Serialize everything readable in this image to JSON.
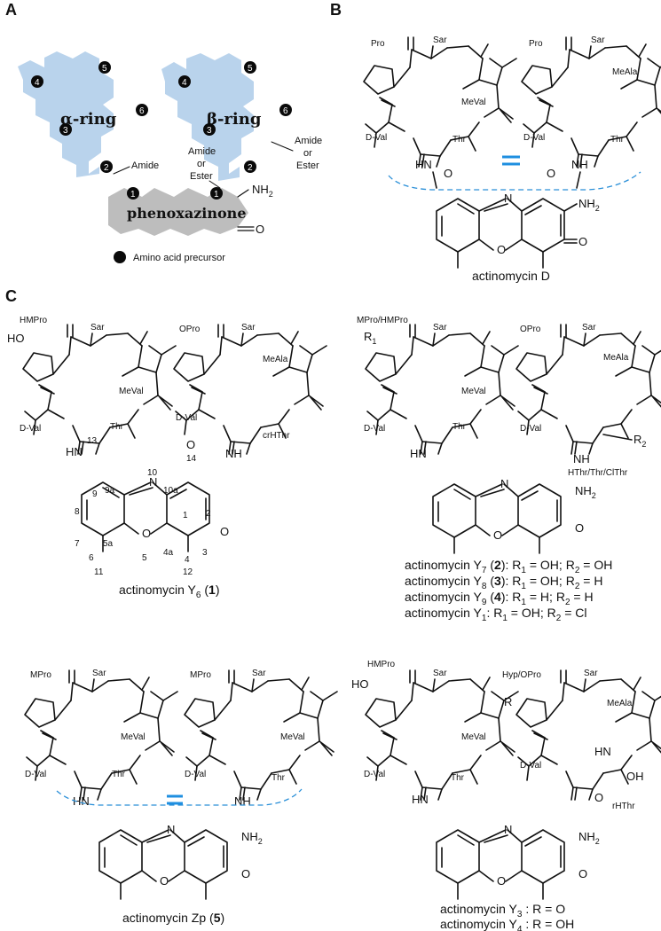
{
  "panels": {
    "a": "A",
    "b": "B",
    "c": "C"
  },
  "panelA": {
    "alpha_ring": "α-ring",
    "beta_ring": "β-ring",
    "core": "phenoxazinone",
    "nh2": "NH",
    "nh2_sub": "2",
    "carbonyl_o": "O",
    "amide_left": "Amide",
    "amide_or_ester_mid": [
      "Amide",
      "or",
      "Ester"
    ],
    "amide_or_ester_right": [
      "Amide",
      "or",
      "Ester"
    ],
    "legend": "Amino acid precursor",
    "positions": {
      "p1": "1",
      "p2": "2",
      "p3": "3",
      "p4": "4",
      "p5": "5",
      "p6": "6"
    },
    "colors": {
      "ring": "#b9d3ec",
      "core": "#bdbdbd",
      "dot": "#0a0a0a"
    }
  },
  "residues": {
    "pro": "Pro",
    "sar": "Sar",
    "meval": "MeVal",
    "mevala": "MeAla",
    "thr": "Thr",
    "dval": "D-Val",
    "hmpro": "HMPro",
    "opro": "OPro",
    "crhthr": "crHThr",
    "mpro": "MPro",
    "mpro_hmpro": "MPro/HMPro",
    "hthr_set": "HThr/Thr/ClThr",
    "hyp_opro": "Hyp/OPro",
    "rhthr": "rHThr"
  },
  "atoms": {
    "n": "N",
    "o": "O",
    "hn": "HN",
    "nh": "NH",
    "nh2": "NH",
    "two": "2",
    "r": "R",
    "r1": "R",
    "r2": "R",
    "one": "1",
    "oh": "OH",
    "ho": "HO"
  },
  "numbering": [
    "10",
    "10a",
    "9",
    "9a",
    "8",
    "7",
    "6",
    "5a",
    "5",
    "4a",
    "4",
    "3",
    "2",
    "1",
    "11",
    "12",
    "13",
    "14"
  ],
  "captions": {
    "act_d": "actinomycin D",
    "y6": "actinomycin Y",
    "y6_sub": "6",
    "y6_num": "1",
    "y7": "actinomycin Y",
    "y7_sub": "7",
    "y7_num": "2",
    "y7_rest": ": R",
    "y7_r1": "1",
    "y7_eq": " = OH; R",
    "y7_r2": "2",
    "y7_end": " = OH",
    "y8": "actinomycin Y",
    "y8_sub": "8",
    "y8_num": "3",
    "y8_end": " = H",
    "y9": "actinomycin Y",
    "y9_sub": "9",
    "y9_num": "4",
    "y1": "actinomycin Y",
    "y1_sub": "1",
    "y1_end": " = Cl",
    "zp": "actinomycin Zp",
    "zp_num": "5",
    "y3": "actinomycin Y",
    "y3_sub": "3",
    "y3_rest": " : R = O",
    "y4": "actinomycin Y",
    "y4_sub": "4",
    "y4_rest": " : R = OH",
    "h": "H"
  }
}
